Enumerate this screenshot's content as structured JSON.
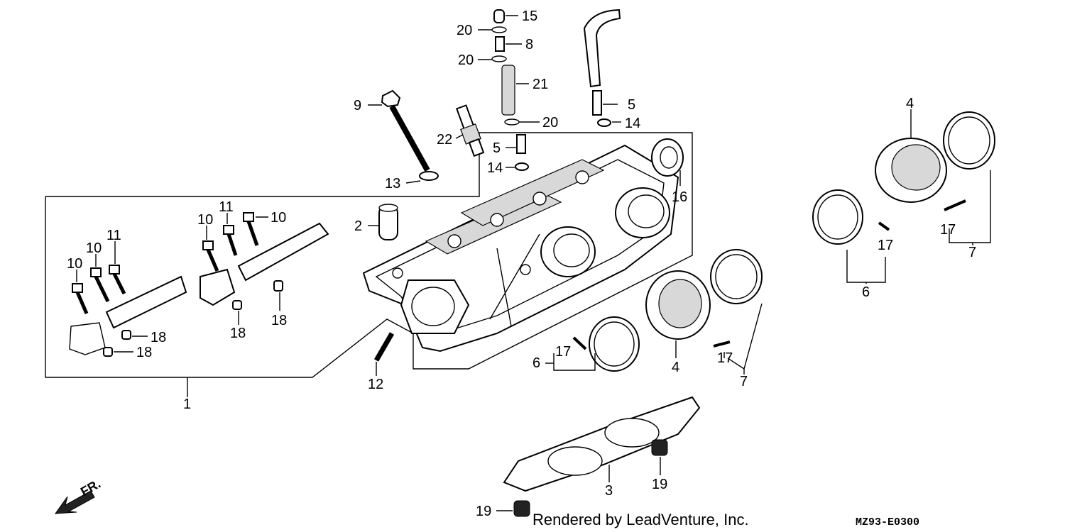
{
  "diagram": {
    "callouts": {
      "c1": "1",
      "c2": "2",
      "c3": "3",
      "c4a": "4",
      "c4b": "4",
      "c5a": "5",
      "c5b": "5",
      "c6a": "6",
      "c6b": "6",
      "c7a": "7",
      "c7b": "7",
      "c8": "8",
      "c9": "9",
      "c10a": "10",
      "c10b": "10",
      "c10c": "10",
      "c10d": "10",
      "c11a": "11",
      "c11b": "11",
      "c12": "12",
      "c13": "13",
      "c14a": "14",
      "c14b": "14",
      "c15": "15",
      "c16": "16",
      "c17a": "17",
      "c17b": "17",
      "c17c": "17",
      "c17d": "17",
      "c18a": "18",
      "c18b": "18",
      "c18c": "18",
      "c18d": "18",
      "c19a": "19",
      "c19b": "19",
      "c20a": "20",
      "c20b": "20",
      "c20c": "20",
      "c21": "21",
      "c22": "22"
    },
    "direction_label": "FR.",
    "credit": "Rendered by LeadVenture, Inc.",
    "diagram_code": "MZ93-E0300"
  }
}
